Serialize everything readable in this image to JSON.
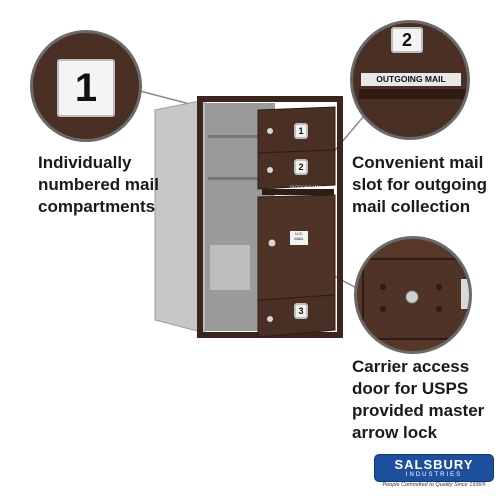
{
  "callouts": {
    "left": {
      "tag_number": "1",
      "lines": [
        "Individually",
        "numbered mail",
        "compartments"
      ]
    },
    "top_right": {
      "tag_number": "2",
      "slot_label": "OUTGOING MAIL",
      "lines": [
        "Convenient mail",
        "slot for outgoing",
        "mail collection"
      ]
    },
    "bottom_right": {
      "lines": [
        "Carrier access",
        "door for USPS",
        "provided master",
        "arrow lock"
      ]
    }
  },
  "mailbox": {
    "door_numbers": [
      "1",
      "2",
      "3"
    ],
    "small_labels": [
      "OUTGOING MAIL",
      "U.S. MAIL"
    ]
  },
  "brand": {
    "name": "SALSBURY",
    "sub": "INDUSTRIES",
    "tagline": "People Committed to Quality Since 1936®"
  },
  "colors": {
    "bronze": "#4a2f24",
    "bronze_dark": "#2e1c15",
    "frame_gray": "#c9c9c9",
    "brand_blue": "#1d4f9e"
  }
}
